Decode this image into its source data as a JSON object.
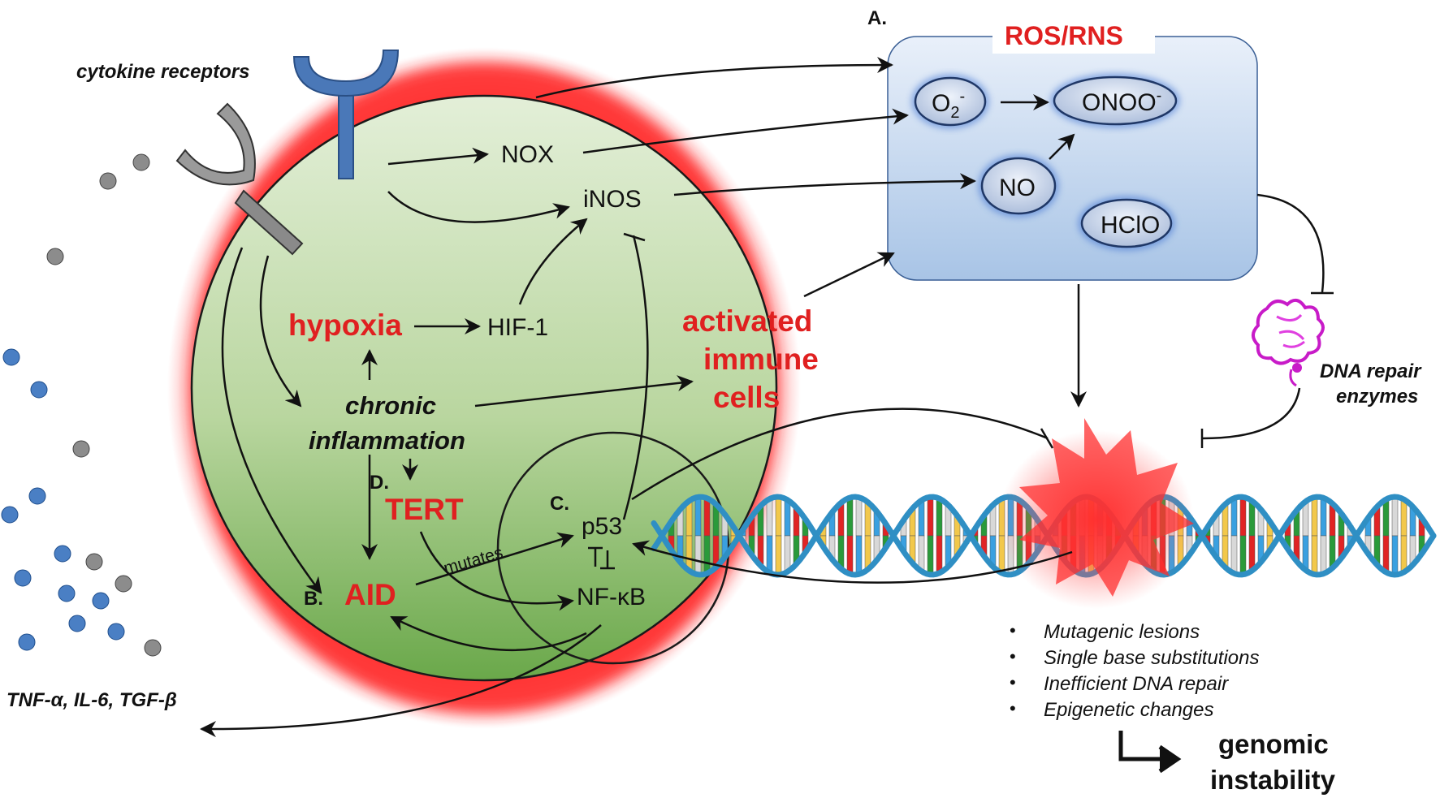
{
  "labels": {
    "cytokine_receptors": "cytokine receptors",
    "nox": "NOX",
    "inos": "iNOS",
    "hypoxia": "hypoxia",
    "hif1": "HIF-1",
    "chronic": "chronic",
    "inflammation": "inflammation",
    "activated": "activated",
    "immune": "immune",
    "cells": "cells",
    "tert": "TERT",
    "aid": "AID",
    "mutates": "mutates",
    "p53": "p53",
    "nfkb": "NF-κB",
    "cytokines": "TNF-α, IL-6, TGF-β",
    "marker_a": "A.",
    "marker_b": "B.",
    "marker_c": "C.",
    "marker_d": "D.",
    "ros_title": "ROS/RNS",
    "o2": "O",
    "o2_sub": "2",
    "o2_sup": "-",
    "onoo": "ONOO",
    "onoo_sup": "-",
    "no": "NO",
    "hclo": "HClO",
    "dna_repair_1": "DNA repair",
    "dna_repair_2": "enzymes",
    "genomic": "genomic",
    "instability": "instability"
  },
  "outcomes": [
    "Mutagenic lesions",
    "Single base substitutions",
    "Inefficient DNA repair",
    "Epigenetic changes"
  ],
  "colors": {
    "cell_fill": "#b5d39a",
    "cell_glow": "#ff2a2a",
    "highlight_text": "#e02020",
    "ros_box": "#c9dbf1",
    "molecule": "#c3d3ee",
    "dna_strand": "#2f8fc4"
  }
}
